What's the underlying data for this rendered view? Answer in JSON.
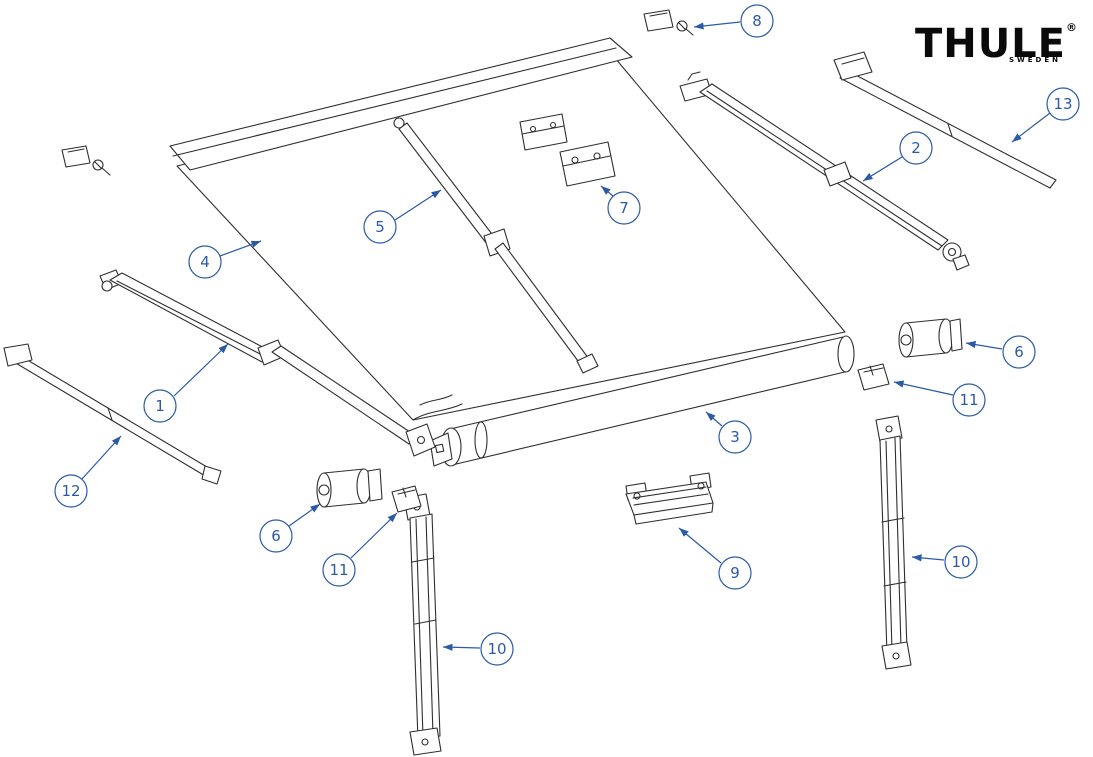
{
  "colors": {
    "accent_blue": "#2b5aa6",
    "line_color": "#2f2f2f",
    "background": "#ffffff"
  },
  "logo": {
    "brand": "THULE",
    "registered": "®",
    "subtitle": "SWEDEN"
  },
  "diagram": {
    "kind": "exploded-parts-diagram",
    "subject": "awning-assembly"
  },
  "callouts": [
    {
      "label": "8"
    },
    {
      "label": "13"
    },
    {
      "label": "2"
    },
    {
      "label": "7"
    },
    {
      "label": "5"
    },
    {
      "label": "4"
    },
    {
      "label": "6"
    },
    {
      "label": "11"
    },
    {
      "label": "1"
    },
    {
      "label": "3"
    },
    {
      "label": "12"
    },
    {
      "label": "6"
    },
    {
      "label": "11"
    },
    {
      "label": "9"
    },
    {
      "label": "10"
    },
    {
      "label": "10"
    }
  ]
}
